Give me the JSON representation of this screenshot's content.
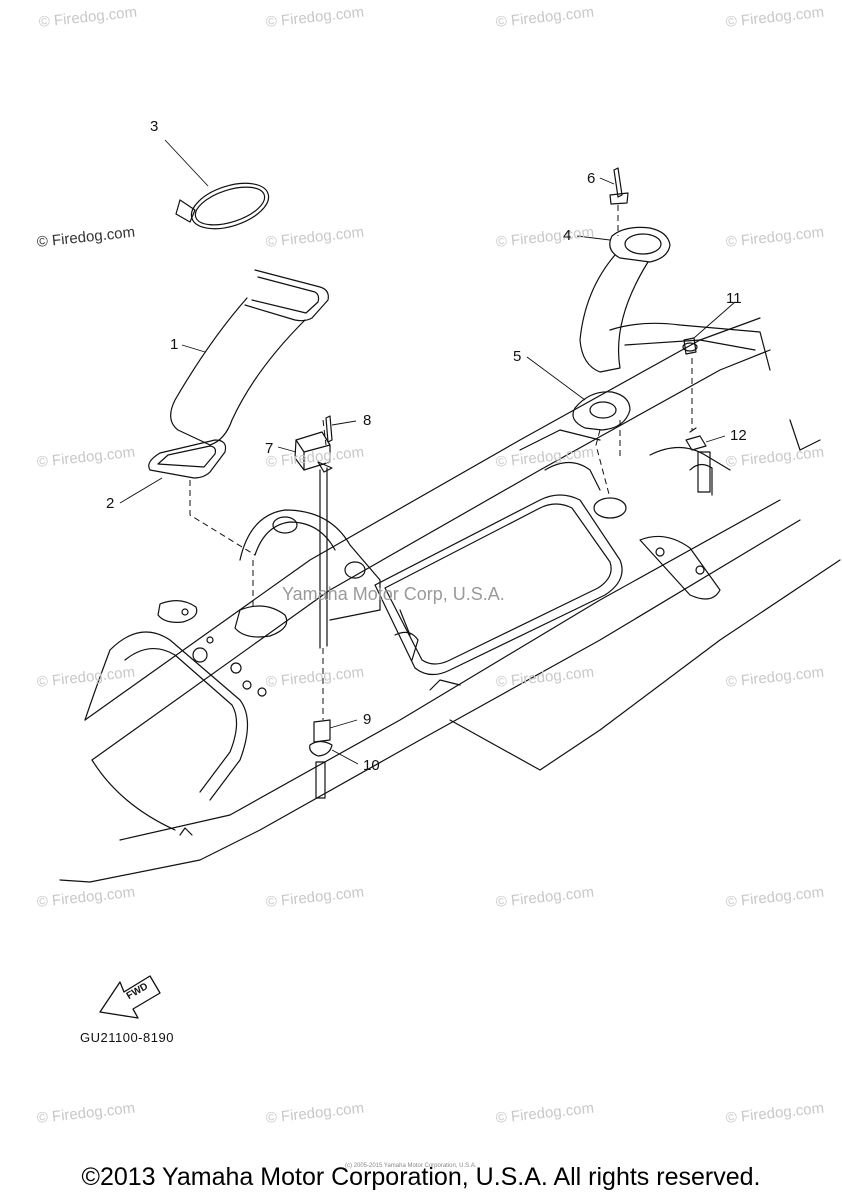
{
  "watermark": {
    "text": "© Firedog.com",
    "emphasized_text": "© Firedog.com"
  },
  "center_mark": "Yamaha Motor Corp, U.S.A.",
  "callouts": [
    "1",
    "2",
    "3",
    "4",
    "5",
    "6",
    "7",
    "8",
    "9",
    "10",
    "11",
    "12"
  ],
  "fwd_label": "FWD",
  "diagram_code": "GU21100-8190",
  "tiny_credit": "(c) 2005-2015 Yamaha Motor Corporation, U.S.A.",
  "footer": "©2013 Yamaha Motor Corporation, U.S.A. All rights reserved."
}
